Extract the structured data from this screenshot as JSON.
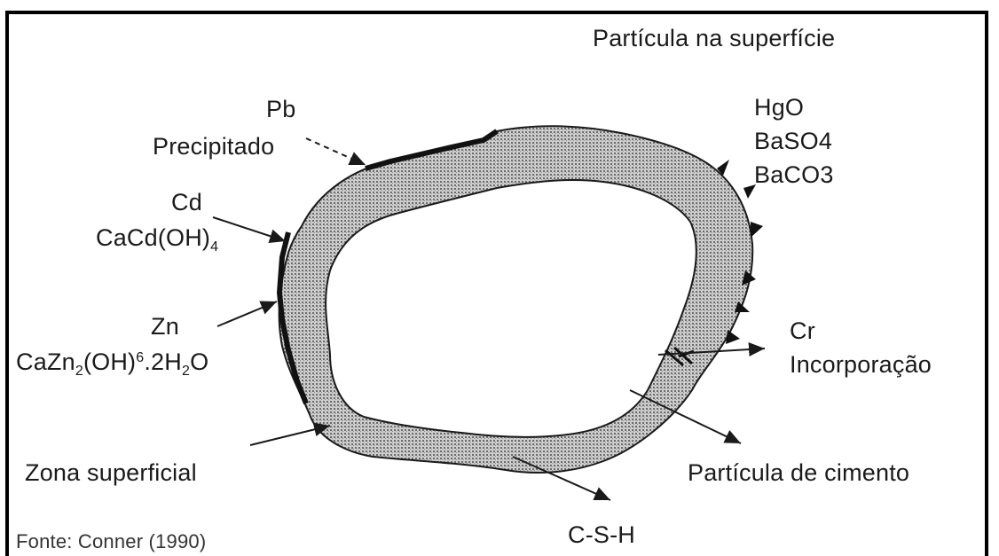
{
  "labels": {
    "surface_particle": "Partícula na superfície",
    "pb": "Pb",
    "precipitated": "Precipitado",
    "hgo": "HgO",
    "baso4": "BaSO4",
    "baco3": "BaCO3",
    "cd": "Cd",
    "cacd_base": "CaCd(OH)",
    "cacd_sub": "4",
    "zn": "Zn",
    "cazn_a": "CaZn",
    "cazn_sub1": "2",
    "cazn_b": "(OH)",
    "cazn_sup": "6",
    "cazn_c": ".2H",
    "cazn_sub2": "2",
    "cazn_d": "O",
    "cr": "Cr",
    "incorporation": "Incorporação",
    "surface_zone": "Zona superficial",
    "cement_particle": "Partícula de cimento",
    "csh": "C-S-H",
    "source": "Fonte: Conner (1990)"
  },
  "colors": {
    "ring_fill": "#9a9a9a",
    "ink": "#1a1a1a",
    "border": "#000000"
  }
}
